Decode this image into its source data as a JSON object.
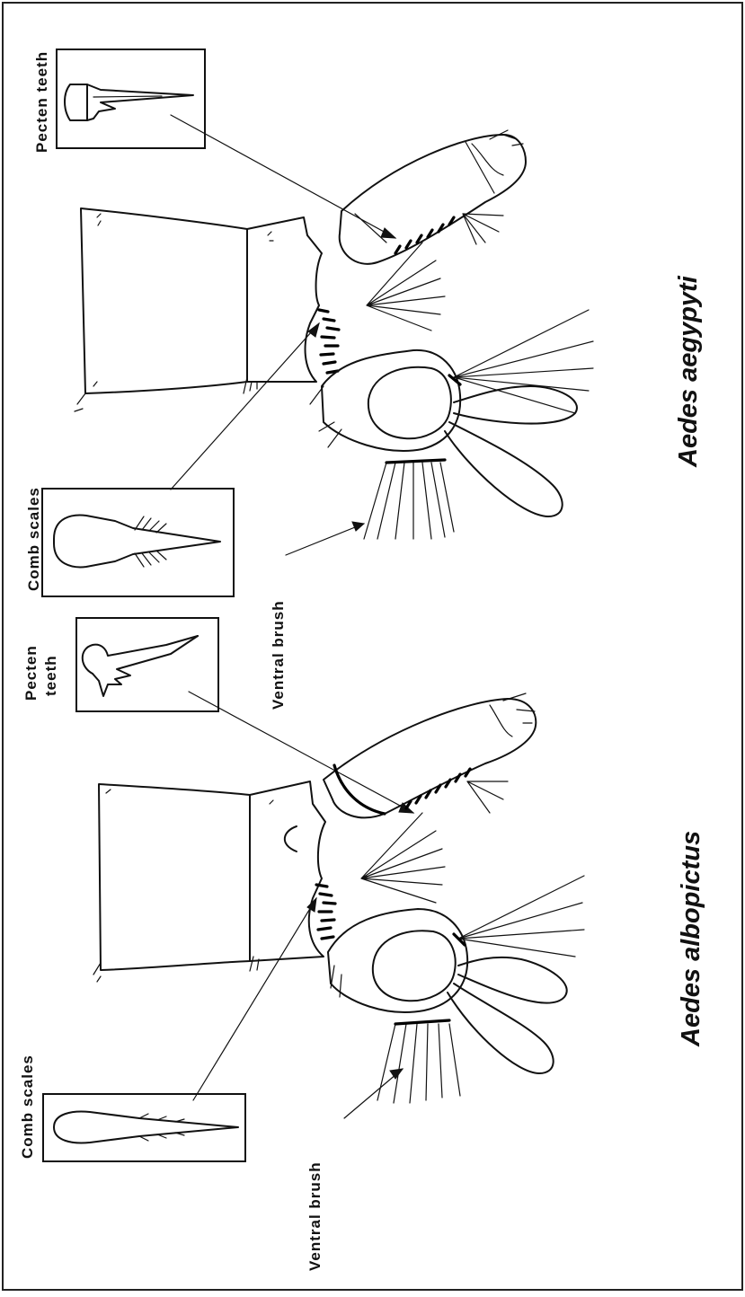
{
  "figure": {
    "panels": [
      {
        "species": "Aedes aegypyti",
        "labels": {
          "pecten": [
            "Pecten teeth"
          ],
          "comb": "Comb scales",
          "brush": "Ventral brush"
        }
      },
      {
        "species": "Aedes albopictus",
        "labels": {
          "pecten": [
            "Pecten",
            "teeth"
          ],
          "comb": "Comb scales",
          "brush": "Ventral brush"
        }
      }
    ]
  }
}
